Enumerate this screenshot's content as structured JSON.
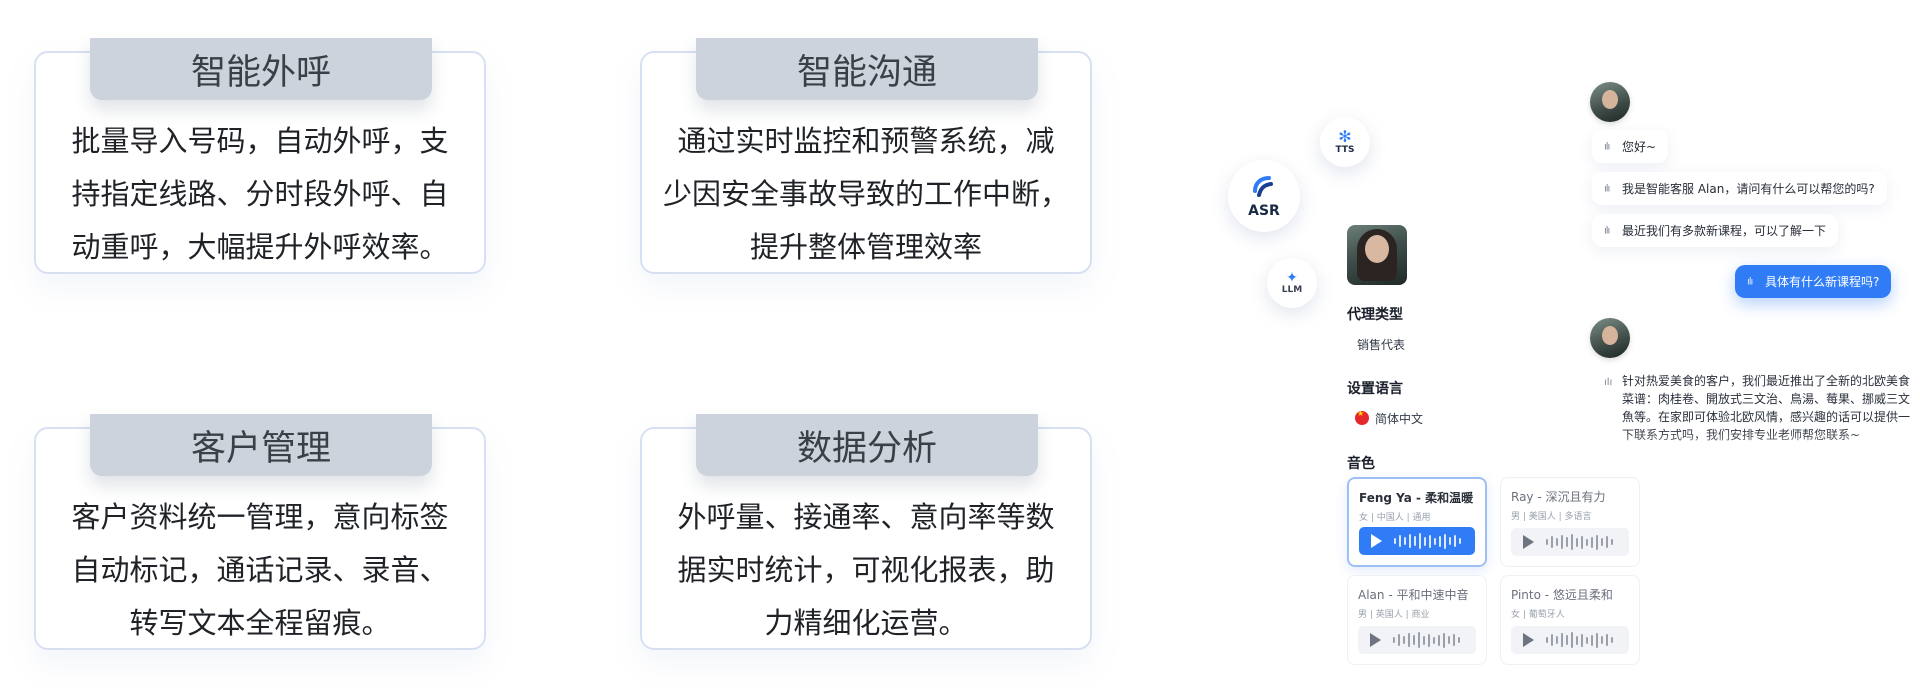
{
  "features": [
    {
      "title": "智能外呼",
      "lines": [
        "批量导入号码，自动外呼，支",
        "持指定线路、分时段外呼、自",
        "动重呼，大幅提升外呼效率。"
      ]
    },
    {
      "title": "智能沟通",
      "lines": [
        "通过实时监控和预警系统，减",
        "少因安全事故导致的工作中断，",
        "提升整体管理效率"
      ]
    },
    {
      "title": "客户管理",
      "lines": [
        "客户资料统一管理，意向标签",
        "自动标记，通话记录、录音、",
        "转写文本全程留痕。"
      ]
    },
    {
      "title": "数据分析",
      "lines": [
        "外呼量、接通率、意向率等数",
        "据实时统计，可视化报表，助",
        "力精细化运营。"
      ]
    }
  ],
  "modules": {
    "asr": "ASR",
    "tts": "TTS",
    "llm": "LLM"
  },
  "agent": {
    "type_label": "代理类型",
    "type_value": "销售代表",
    "language_label": "设置语言",
    "language_value": "简体中文",
    "voice_label": "音色"
  },
  "voices": [
    {
      "name": "Feng Ya - 柔和温暖",
      "meta": "女 | 中国人 | 通用",
      "selected": true
    },
    {
      "name": "Ray - 深沉且有力",
      "meta": "男 | 美国人 | 多语言",
      "selected": false
    },
    {
      "name": "Alan - 平和中速中音",
      "meta": "男 | 英国人 | 商业",
      "selected": false
    },
    {
      "name": "Pinto - 悠远且柔和",
      "meta": "女 | 葡萄牙人",
      "selected": false
    }
  ],
  "chat": {
    "m1": "您好~",
    "m2": "我是智能客服 Alan，请问有什么可以帮您的吗?",
    "m3": "最近我们有多款新课程，可以了解一下",
    "user": "具体有什么新课程吗?",
    "reply": "针对热爱美食的客户，我们最近推出了全新的北欧美食菜谱：肉桂卷、開放式三文治、鳥湯、莓果、挪威三文魚等。在家即可体验北欧风情，感兴趣的话可以提供一下联系方式吗，我们安排专业老师帮您联系~"
  },
  "colors": {
    "accent": "#2f7cf6",
    "tab": "#cdd3dc",
    "card_border": "#d7e0f3"
  }
}
